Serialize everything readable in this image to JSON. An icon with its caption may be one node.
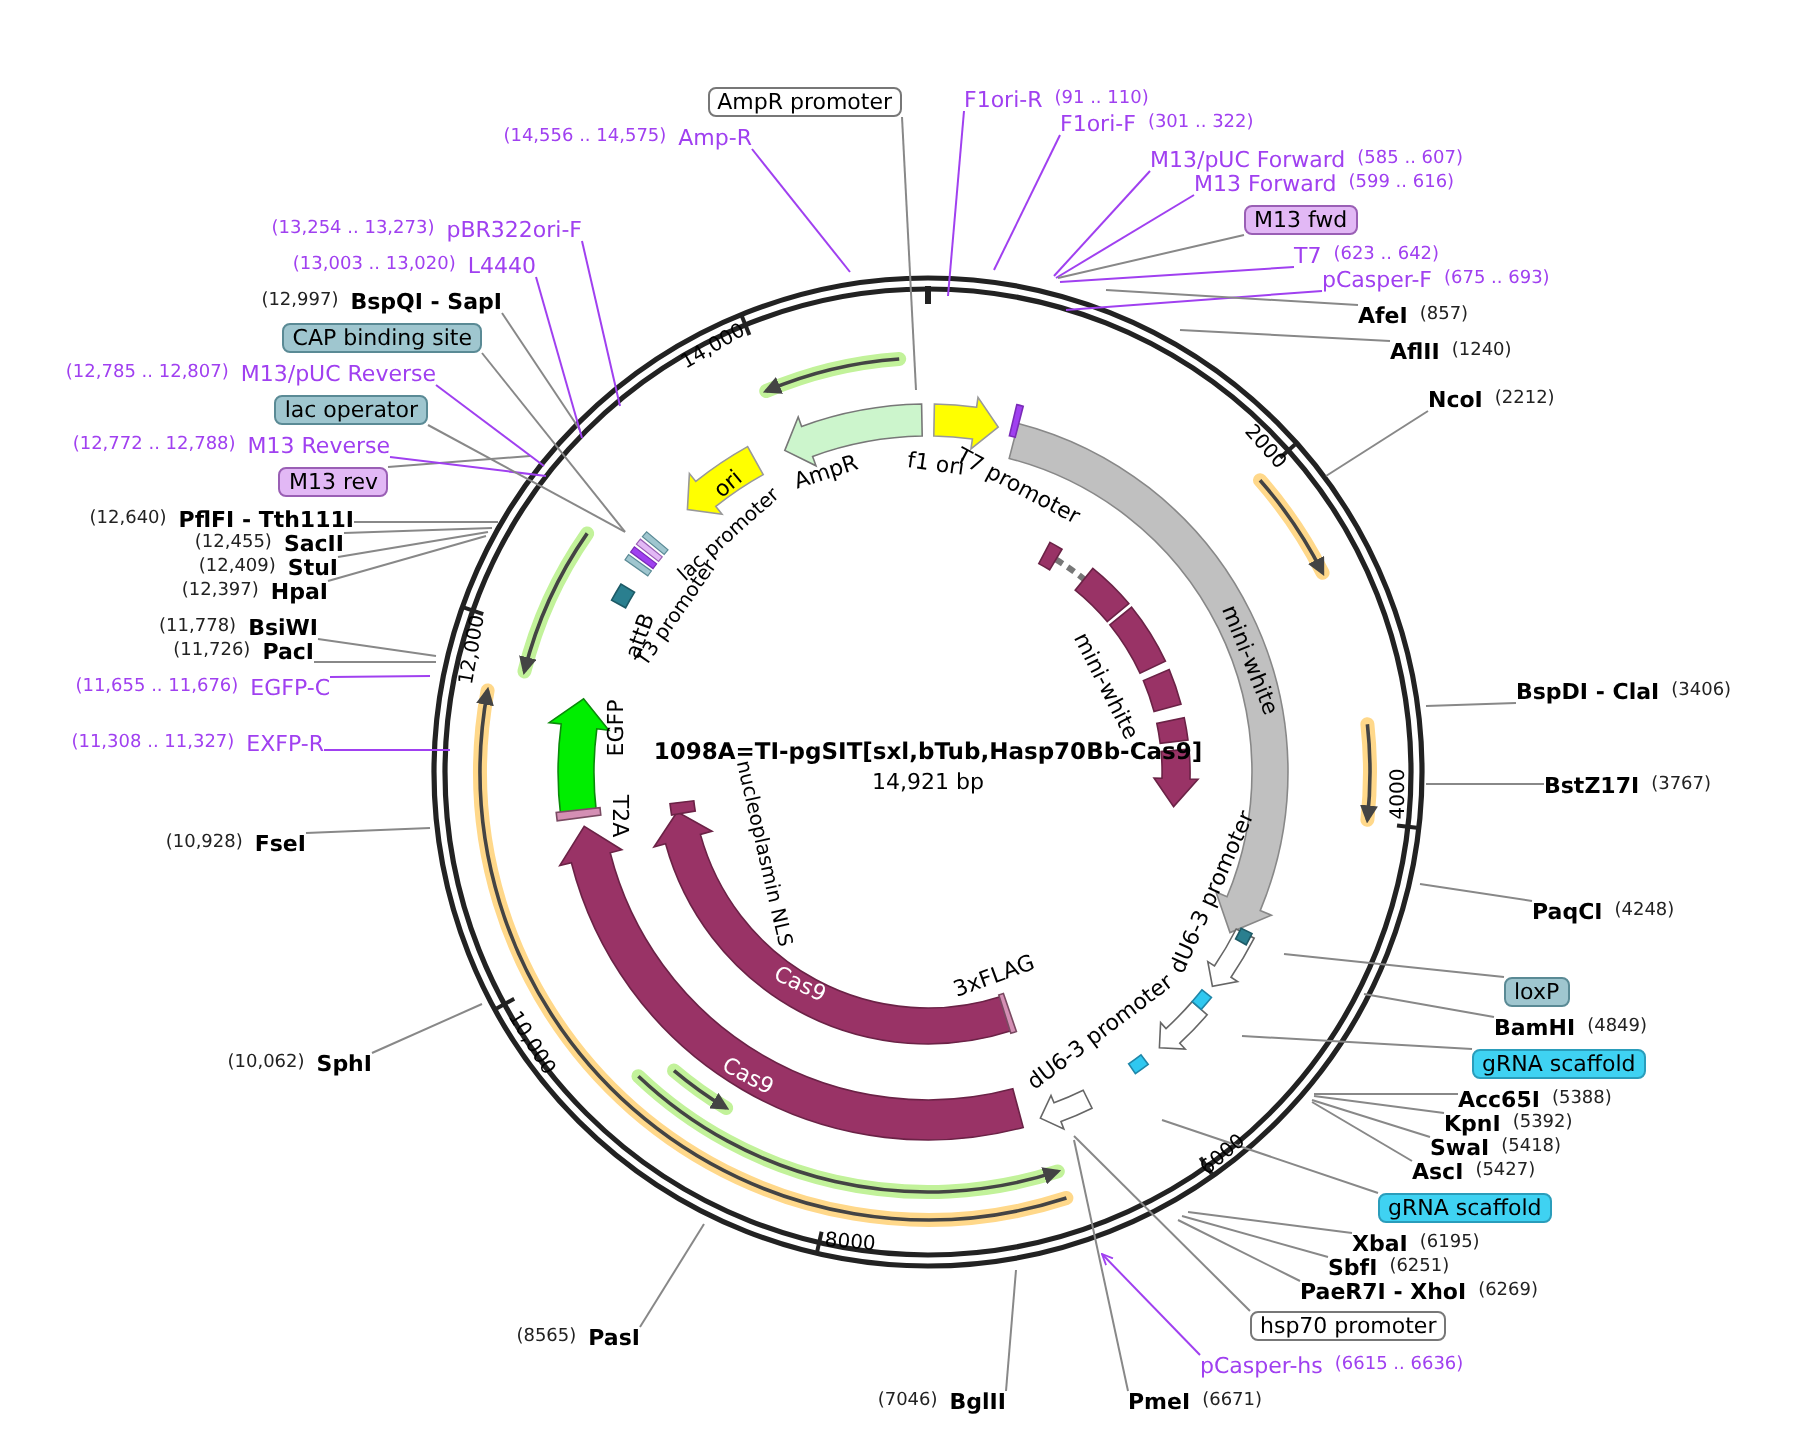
{
  "diagram": {
    "title": "1098A=TI-pgSIT[sxl,bTub,Hasp70Bb-Cas9]",
    "nodes": [
      {
        "text": [
          "AmpR promoter"
        ]
      },
      {
        "text": [
          "Amp-R"
        ],
        "beside": [
          "(14,556 .. 14,575)"
        ]
      },
      {
        "text": [
          "F1ori-R"
        ],
        "beside": [
          "(91 .. 110)"
        ]
      },
      {
        "text": [
          "F1ori-F"
        ],
        "beside": [
          "(301 .. 322)"
        ]
      },
      {
        "text": [
          "M13/pUC Forward"
        ],
        "beside": [
          "(585 .. 607)"
        ]
      },
      {
        "text": [
          "M13 Forward"
        ],
        "beside": [
          "(599 .. 616)"
        ]
      },
      {
        "text": [
          "M13 fwd"
        ]
      },
      {
        "text": [
          "T7"
        ],
        "beside": [
          "(623 .. 642)"
        ]
      },
      {
        "text": [
          "pCasper-F"
        ],
        "beside": [
          "(675 .. 693)"
        ]
      },
      {
        "text": [
          "AfeI"
        ],
        "beside": [
          "(857)"
        ]
      },
      {
        "text": [
          "AflII"
        ],
        "beside": [
          "(1240)"
        ]
      },
      {
        "text": [
          "NcoI"
        ],
        "beside": [
          "(2212)"
        ]
      },
      {
        "text": [
          "BspDI - ClaI"
        ],
        "beside": [
          "(3406)"
        ]
      },
      {
        "text": [
          "BstZ17I"
        ],
        "beside": [
          "(3767)"
        ]
      },
      {
        "text": [
          "PaqCI"
        ],
        "beside": [
          "(4248)"
        ]
      },
      {
        "text": [
          "loxP"
        ]
      },
      {
        "text": [
          "BamHI"
        ],
        "beside": [
          "(4849)"
        ]
      },
      {
        "text": [
          "gRNA scaffold"
        ]
      },
      {
        "text": [
          "Acc65I"
        ],
        "beside": [
          "(5388)"
        ]
      },
      {
        "text": [
          "KpnI"
        ],
        "beside": [
          "(5392)"
        ]
      },
      {
        "text": [
          "SwaI"
        ],
        "beside": [
          "(5418)"
        ]
      },
      {
        "text": [
          "AscI"
        ],
        "beside": [
          "(5427)"
        ]
      },
      {
        "text": [
          "gRNA scaffold"
        ]
      },
      {
        "text": [
          "XbaI"
        ],
        "beside": [
          "(6195)"
        ]
      },
      {
        "text": [
          "SbfI"
        ],
        "beside": [
          "(6251)"
        ]
      },
      {
        "text": [
          "PaeR7I - XhoI"
        ],
        "beside": [
          "(6269)"
        ]
      },
      {
        "text": [
          "hsp70 promoter"
        ]
      },
      {
        "text": [
          "pCasper-hs"
        ],
        "beside": [
          "(6615 .. 6636)"
        ]
      },
      {
        "text": [
          "PmeI"
        ],
        "beside": [
          "(6671)"
        ]
      },
      {
        "text": [
          "BglII"
        ],
        "beside": [
          "(7046)"
        ]
      },
      {
        "text": [
          "PasI"
        ],
        "beside": [
          "(8565)"
        ]
      },
      {
        "text": [
          "SphI"
        ],
        "beside": [
          "(10,062)"
        ]
      },
      {
        "text": [
          "FseI"
        ],
        "beside": [
          "(10,928)"
        ]
      },
      {
        "text": [
          "EXFP-R"
        ],
        "beside": [
          "(11,308 .. 11,327)"
        ]
      },
      {
        "text": [
          "EGFP-C"
        ],
        "beside": [
          "(11,655 .. 11,676)"
        ]
      },
      {
        "text": [
          "PacI"
        ],
        "beside": [
          "(11,726)"
        ]
      },
      {
        "text": [
          "BsiWI"
        ],
        "beside": [
          "(11,778)"
        ]
      },
      {
        "text": [
          "HpaI"
        ],
        "beside": [
          "(12,397)"
        ]
      },
      {
        "text": [
          "StuI"
        ],
        "beside": [
          "(12,409)"
        ]
      },
      {
        "text": [
          "SacII"
        ],
        "beside": [
          "(12,455)"
        ]
      },
      {
        "text": [
          "PflFI - Tth111I"
        ],
        "beside": [
          "(12,640)"
        ]
      },
      {
        "text": [
          "M13 rev"
        ]
      },
      {
        "text": [
          "M13 Reverse"
        ],
        "beside": [
          "(12,772 .. 12,788)"
        ]
      },
      {
        "text": [
          "lac operator"
        ]
      },
      {
        "text": [
          "M13/pUC Reverse"
        ],
        "beside": [
          "(12,785 .. 12,807)"
        ]
      },
      {
        "text": [
          "CAP binding site"
        ]
      },
      {
        "text": [
          "BspQI - SapI"
        ],
        "beside": [
          "(12,997)"
        ]
      },
      {
        "text": [
          "L4440"
        ],
        "beside": [
          "(13,003 .. 13,020)"
        ]
      },
      {
        "text": [
          "pBR322ori-F"
        ],
        "beside": [
          "(13,254 .. 13,273)"
        ]
      },
      {
        "text": [],
        "shape": "bar"
      }
    ],
    "edges": [
      {
        "from": 0,
        "to": null,
        "arrow": "none"
      },
      {
        "from": 1,
        "to": null,
        "arrow": "none",
        "color": "#a040f0"
      },
      {
        "from": 2,
        "to": null,
        "arrow": "none",
        "color": "#a040f0"
      },
      {
        "from": 3,
        "to": null,
        "arrow": "none",
        "color": "#a040f0"
      },
      {
        "from": 4,
        "to": null,
        "arrow": "none",
        "color": "#a040f0"
      },
      {
        "from": 5,
        "to": null,
        "arrow": "none",
        "color": "#a040f0"
      },
      {
        "from": 6,
        "to": null,
        "arrow": "none"
      },
      {
        "from": 7,
        "to": null,
        "arrow": "none",
        "color": "#a040f0"
      },
      {
        "from": 8,
        "to": null,
        "arrow": "none",
        "color": "#a040f0"
      },
      {
        "from": 9,
        "to": null,
        "arrow": "none"
      },
      {
        "from": 10,
        "to": null,
        "arrow": "none"
      },
      {
        "from": 11,
        "to": null,
        "arrow": "none"
      },
      {
        "from": 12,
        "to": null,
        "arrow": "none"
      },
      {
        "from": 13,
        "to": null,
        "arrow": "none"
      },
      {
        "from": 14,
        "to": null,
        "arrow": "none"
      },
      {
        "from": 15,
        "to": null,
        "arrow": "none"
      },
      {
        "from": 16,
        "to": null,
        "arrow": "none"
      },
      {
        "from": 17,
        "to": null,
        "arrow": "none"
      },
      {
        "from": 18,
        "to": null,
        "arrow": "none"
      },
      {
        "from": 19,
        "to": null,
        "arrow": "none"
      },
      {
        "from": 20,
        "to": null,
        "arrow": "none"
      },
      {
        "from": 21,
        "to": null,
        "arrow": "none"
      },
      {
        "from": 22,
        "to": null,
        "arrow": "none"
      },
      {
        "from": 23,
        "to": null,
        "arrow": "none"
      },
      {
        "from": 24,
        "to": null,
        "arrow": "none"
      },
      {
        "from": 25,
        "to": null,
        "arrow": "none"
      },
      {
        "from": 26,
        "to": null,
        "arrow": "none"
      },
      {
        "from": 27,
        "to": null,
        "arrow": "to",
        "color": "#a040f0"
      },
      {
        "from": 28,
        "to": null,
        "arrow": "none"
      },
      {
        "from": 29,
        "to": null,
        "arrow": "none"
      },
      {
        "from": 30,
        "to": null,
        "arrow": "none"
      },
      {
        "from": 31,
        "to": null,
        "arrow": "none"
      },
      {
        "from": 32,
        "to": null,
        "arrow": "none"
      },
      {
        "from": 33,
        "to": null,
        "arrow": "none",
        "color": "#a040f0"
      },
      {
        "from": 34,
        "to": null,
        "arrow": "none",
        "color": "#a040f0"
      },
      {
        "from": 35,
        "to": null,
        "arrow": "none"
      },
      {
        "from": 36,
        "to": null,
        "arrow": "none"
      },
      {
        "from": 37,
        "to": null,
        "arrow": "none"
      },
      {
        "from": 38,
        "to": null,
        "arrow": "none"
      },
      {
        "from": 39,
        "to": null,
        "arrow": "none"
      },
      {
        "from": 40,
        "to": null,
        "arrow": "none"
      },
      {
        "from": 41,
        "to": null,
        "arrow": "none"
      },
      {
        "from": 42,
        "to": null,
        "arrow": "none",
        "color": "#a040f0"
      },
      {
        "from": 43,
        "to": 49,
        "arrow": "none"
      },
      {
        "from": 44,
        "to": null,
        "arrow": "none",
        "color": "#a040f0"
      },
      {
        "from": 45,
        "to": 49,
        "arrow": "none"
      },
      {
        "from": 46,
        "to": null,
        "arrow": "none"
      },
      {
        "from": 47,
        "to": null,
        "arrow": "none",
        "color": "#a040f0"
      },
      {
        "from": 48,
        "to": null,
        "arrow": "none",
        "color": "#a040f0"
      }
    ],
    "labels": [
      "14,000",
      "AmpR",
      "f1 ori",
      "T7 promoter",
      "2000",
      "ori",
      "lac promoter",
      "T3 promoter",
      "attB",
      "mini-white",
      "mini-white",
      "12,000",
      "EGFP",
      "nucleoplasmin NLS",
      "4000",
      "T2A",
      "dU6-3 promoter",
      "3xFLAG",
      "Cas9",
      "dU6-3 promoter",
      "Cas9",
      "10,000",
      "6000",
      "8000",
      "14,921 bp"
    ]
  }
}
